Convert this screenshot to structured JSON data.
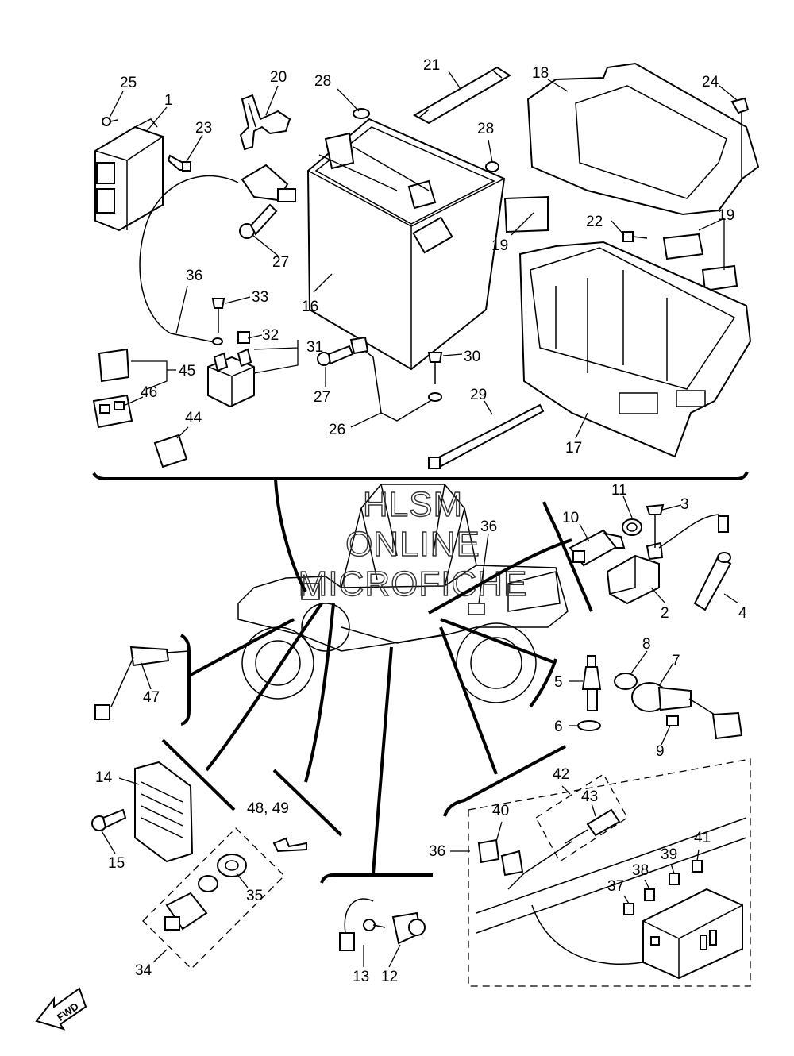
{
  "diagram": {
    "watermark": [
      "HLSM",
      "ONLINE",
      "MICROFICHE"
    ],
    "fwd_label": "FWD",
    "callouts": [
      {
        "id": "c1",
        "text": "1"
      },
      {
        "id": "c2",
        "text": "2"
      },
      {
        "id": "c3",
        "text": "3"
      },
      {
        "id": "c4",
        "text": "4"
      },
      {
        "id": "c5",
        "text": "5"
      },
      {
        "id": "c6",
        "text": "6"
      },
      {
        "id": "c7",
        "text": "7"
      },
      {
        "id": "c8",
        "text": "8"
      },
      {
        "id": "c9",
        "text": "9"
      },
      {
        "id": "c10",
        "text": "10"
      },
      {
        "id": "c11",
        "text": "11"
      },
      {
        "id": "c12",
        "text": "12"
      },
      {
        "id": "c13",
        "text": "13"
      },
      {
        "id": "c14",
        "text": "14"
      },
      {
        "id": "c15",
        "text": "15"
      },
      {
        "id": "c16",
        "text": "16"
      },
      {
        "id": "c17",
        "text": "17"
      },
      {
        "id": "c18",
        "text": "18"
      },
      {
        "id": "c19a",
        "text": "19"
      },
      {
        "id": "c19b",
        "text": "19"
      },
      {
        "id": "c20",
        "text": "20"
      },
      {
        "id": "c21",
        "text": "21"
      },
      {
        "id": "c22",
        "text": "22"
      },
      {
        "id": "c23",
        "text": "23"
      },
      {
        "id": "c24",
        "text": "24"
      },
      {
        "id": "c25",
        "text": "25"
      },
      {
        "id": "c26",
        "text": "26"
      },
      {
        "id": "c27a",
        "text": "27"
      },
      {
        "id": "c27b",
        "text": "27"
      },
      {
        "id": "c28a",
        "text": "28"
      },
      {
        "id": "c28b",
        "text": "28"
      },
      {
        "id": "c29",
        "text": "29"
      },
      {
        "id": "c30",
        "text": "30"
      },
      {
        "id": "c31",
        "text": "31"
      },
      {
        "id": "c32",
        "text": "32"
      },
      {
        "id": "c33",
        "text": "33"
      },
      {
        "id": "c34",
        "text": "34"
      },
      {
        "id": "c35",
        "text": "35"
      },
      {
        "id": "c36a",
        "text": "36"
      },
      {
        "id": "c36b",
        "text": "36"
      },
      {
        "id": "c36c",
        "text": "36"
      },
      {
        "id": "c37",
        "text": "37"
      },
      {
        "id": "c38",
        "text": "38"
      },
      {
        "id": "c39",
        "text": "39"
      },
      {
        "id": "c40",
        "text": "40"
      },
      {
        "id": "c41",
        "text": "41"
      },
      {
        "id": "c42",
        "text": "42"
      },
      {
        "id": "c43",
        "text": "43"
      },
      {
        "id": "c44",
        "text": "44"
      },
      {
        "id": "c45",
        "text": "45"
      },
      {
        "id": "c46",
        "text": "46"
      },
      {
        "id": "c47",
        "text": "47"
      },
      {
        "id": "c4849",
        "text": "48, 49"
      }
    ]
  }
}
